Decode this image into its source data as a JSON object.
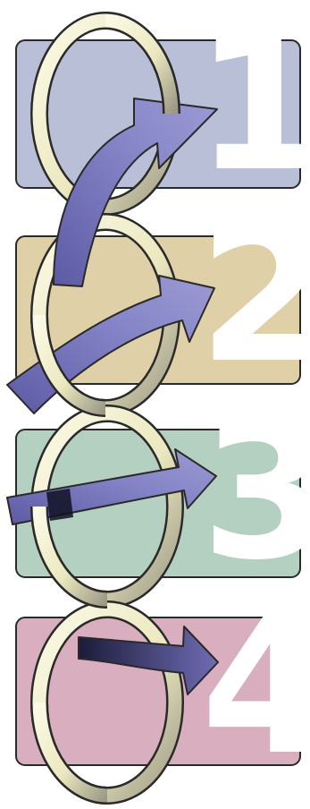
{
  "steps": [
    {
      "number": "1",
      "color": "#b8bfd6"
    },
    {
      "number": "2",
      "color": "#dfd0a8"
    },
    {
      "number": "3",
      "color": "#b3d0c1"
    },
    {
      "number": "4",
      "color": "#d9aebf"
    }
  ],
  "ring_color": "#f3f0c8",
  "arrow_color": "#7a79bd",
  "outline_color": "#2a2a2a"
}
